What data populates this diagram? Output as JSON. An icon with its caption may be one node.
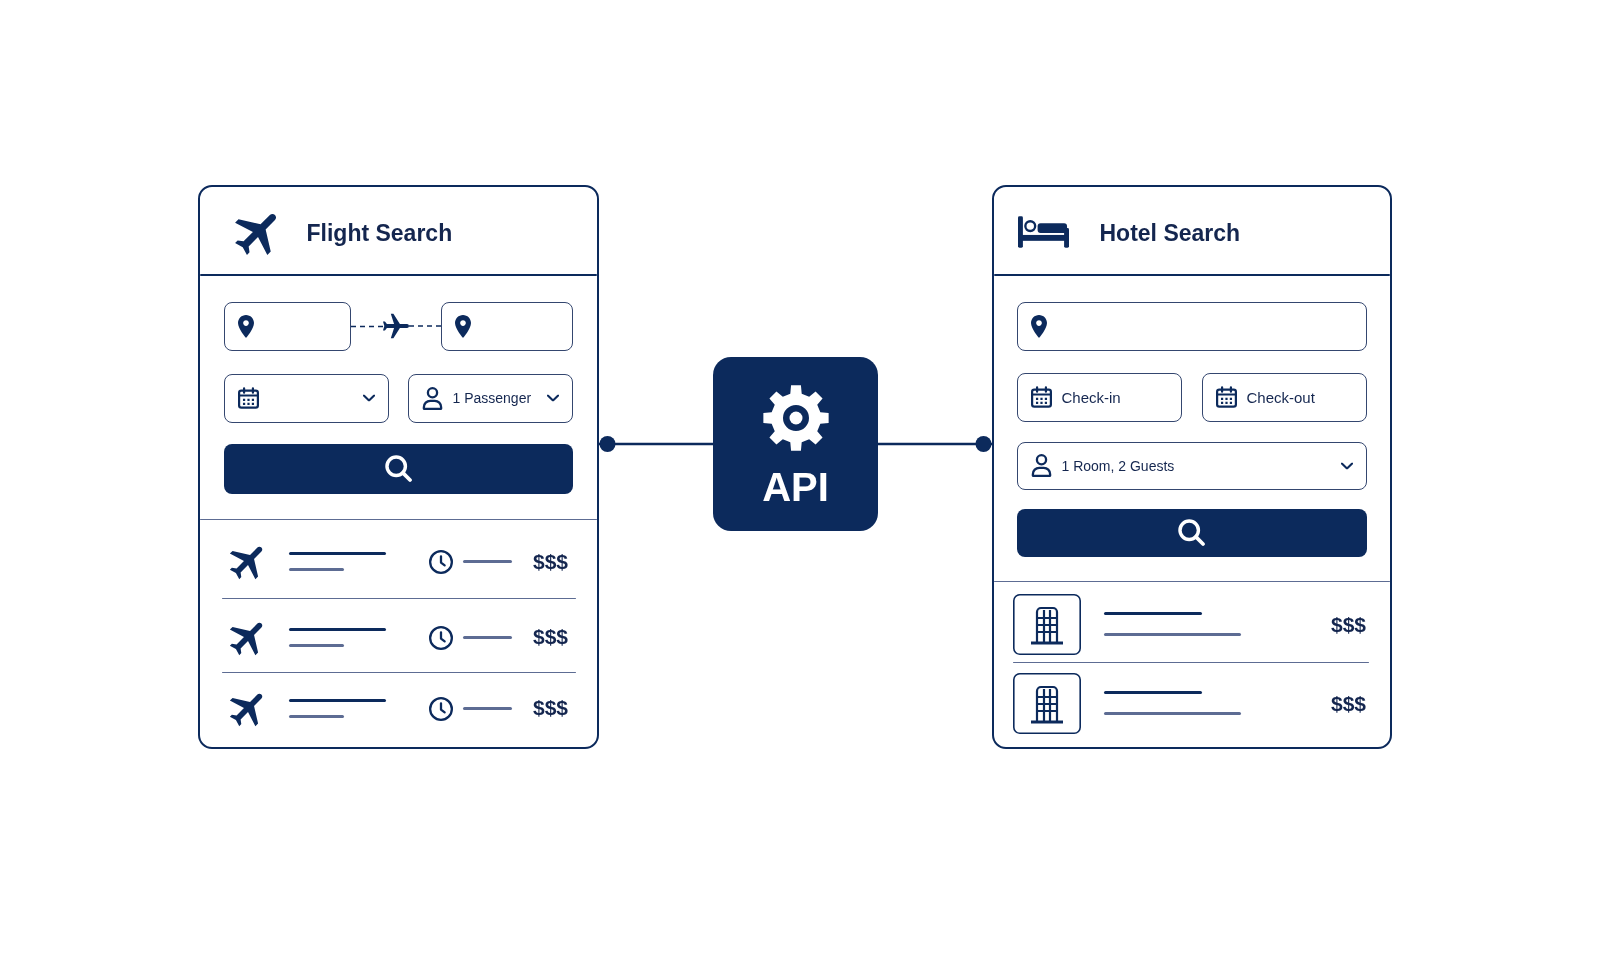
{
  "diagram": {
    "nodes": [
      {
        "text": [
          "Flight Search"
        ]
      },
      {
        "text": [],
        "shape": "box",
        "in": 0
      },
      {
        "text": [],
        "shape": "picture",
        "in": 0
      },
      {
        "text": [],
        "shape": "box",
        "in": 0
      },
      {
        "text": [],
        "shape": "box",
        "in": 0
      },
      {
        "text": [
          "1 Passenger"
        ],
        "in": 0
      },
      {
        "text": [],
        "shape": "box",
        "in": 0
      },
      {
        "text": [
          "API"
        ]
      },
      {
        "text": [
          "Hotel Search"
        ]
      },
      {
        "text": [],
        "shape": "box",
        "in": 8
      },
      {
        "text": [
          "Check-in"
        ],
        "in": 8
      },
      {
        "text": [
          "Check-out"
        ],
        "in": 8
      },
      {
        "text": [
          "1 Room, 2 Guests"
        ],
        "in": 8
      },
      {
        "text": [],
        "shape": "box",
        "in": 8
      }
    ],
    "edges": [
      {
        "from": 1,
        "to": 2,
        "arrow": "none",
        "style": "dashed"
      },
      {
        "from": 2,
        "to": 3,
        "arrow": "none",
        "style": "dashed"
      },
      {
        "from": 7,
        "to": 0,
        "arrow": "other"
      },
      {
        "from": 7,
        "to": 8,
        "arrow": "other"
      }
    ],
    "labels": [
      "$$$",
      "$$$",
      "$$$",
      "$$$",
      "$$$"
    ]
  }
}
